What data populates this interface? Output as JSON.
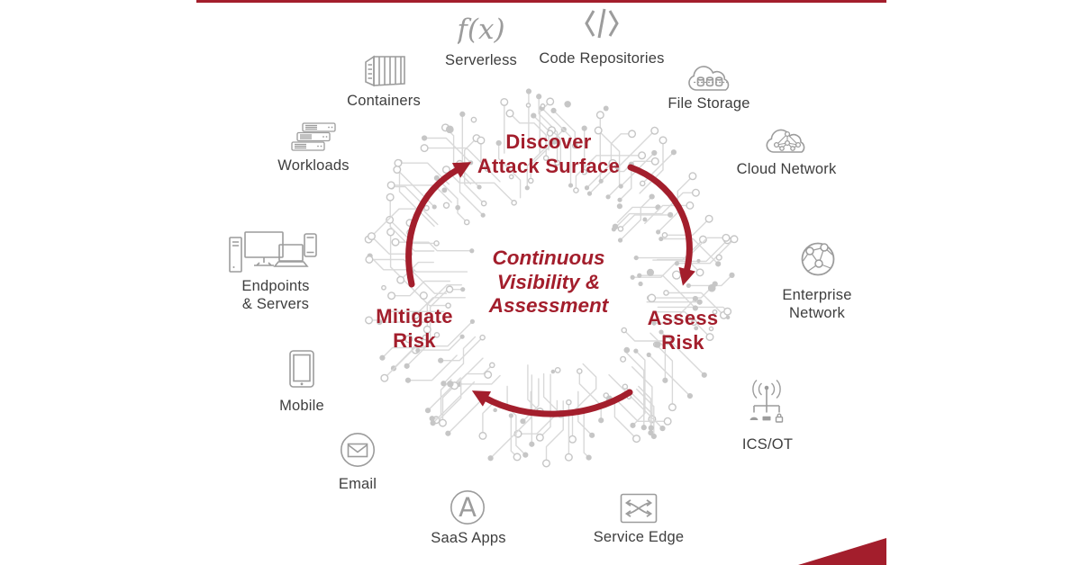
{
  "colors": {
    "accent_red": "#A31E2C",
    "circuit_gray": "#D9D9D9",
    "dot_gray": "#C6C6C6",
    "icon_gray": "#9C9C9C",
    "label_gray": "#3E3E3E",
    "background": "#FFFFFF"
  },
  "center": {
    "lines": [
      "Continuous",
      "Visibility &",
      "Assessment"
    ]
  },
  "stages": [
    {
      "id": "discover-attack-surface",
      "lines": [
        "Discover",
        "Attack Surface"
      ]
    },
    {
      "id": "assess-risk",
      "lines": [
        "Assess",
        "Risk"
      ]
    },
    {
      "id": "mitigate-risk",
      "lines": [
        "Mitigate",
        "Risk"
      ]
    }
  ],
  "assets": [
    {
      "id": "containers",
      "icon": "container-icon",
      "lines": [
        "Containers"
      ]
    },
    {
      "id": "serverless",
      "icon": "function-icon",
      "lines": [
        "Serverless"
      ]
    },
    {
      "id": "code-repositories",
      "icon": "code-icon",
      "lines": [
        "Code Repositories"
      ]
    },
    {
      "id": "file-storage",
      "icon": "cloud-storage-icon",
      "lines": [
        "File Storage"
      ]
    },
    {
      "id": "cloud-network",
      "icon": "cloud-network-icon",
      "lines": [
        "Cloud Network"
      ]
    },
    {
      "id": "enterprise-network",
      "icon": "globe-network-icon",
      "lines": [
        "Enterprise",
        "Network"
      ]
    },
    {
      "id": "ics-ot",
      "icon": "antenna-icon",
      "lines": [
        "ICS/OT"
      ]
    },
    {
      "id": "service-edge",
      "icon": "crossed-arrows-icon",
      "lines": [
        "Service Edge"
      ]
    },
    {
      "id": "saas-apps",
      "icon": "letter-a-circle-icon",
      "lines": [
        "SaaS Apps"
      ]
    },
    {
      "id": "email",
      "icon": "envelope-circle-icon",
      "lines": [
        "Email"
      ]
    },
    {
      "id": "mobile",
      "icon": "smartphone-icon",
      "lines": [
        "Mobile"
      ]
    },
    {
      "id": "endpoints-servers",
      "icon": "workstation-icon",
      "lines": [
        "Endpoints",
        "& Servers"
      ]
    },
    {
      "id": "workloads",
      "icon": "server-stack-icon",
      "lines": [
        "Workloads"
      ]
    }
  ]
}
